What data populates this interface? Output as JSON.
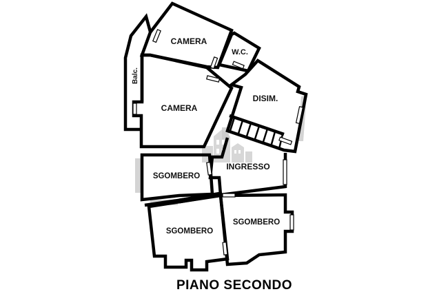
{
  "floor_plan": {
    "title": "PIANO SECONDO",
    "rooms": [
      {
        "id": "camera-top",
        "label": "CAMERA"
      },
      {
        "id": "wc",
        "label": "W.C."
      },
      {
        "id": "balcony",
        "label": "Balc."
      },
      {
        "id": "camera-main",
        "label": "CAMERA"
      },
      {
        "id": "disimpegno",
        "label": "DISIM."
      },
      {
        "id": "ingresso",
        "label": "INGRESSO"
      },
      {
        "id": "sgombero-left",
        "label": "SGOMBERO"
      },
      {
        "id": "sgombero-bottom-left",
        "label": "SGOMBERO"
      },
      {
        "id": "sgombero-bottom-right",
        "label": "SGOMBERO"
      }
    ],
    "stairs_steps": 7,
    "watermark": "building-watermark",
    "colors": {
      "wall": "#000000",
      "background": "#ffffff",
      "shadow": "#d4d4d4",
      "watermark": "#c9c9c9"
    }
  }
}
